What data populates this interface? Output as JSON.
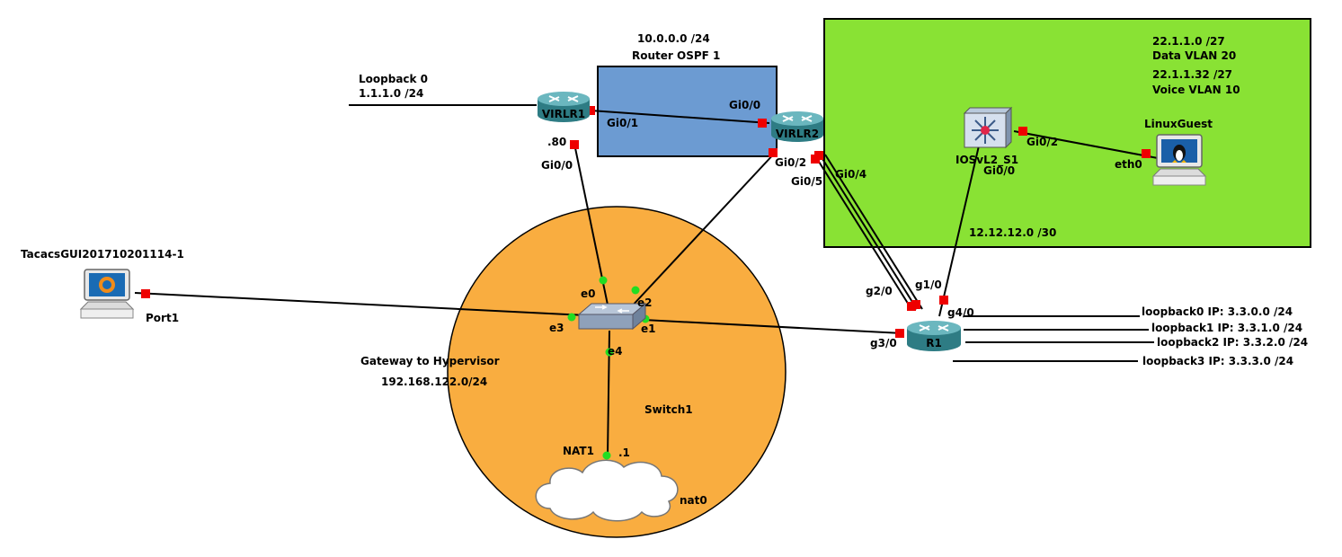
{
  "colors": {
    "area_ospf": "#6c9bd2",
    "area_vlan": "#89e234",
    "area_gateway": "#f9ad40",
    "port_active": "#ee0000",
    "port_switch": "#22dd22",
    "router_body": "#2e7c84",
    "router_top": "#6bb7bf"
  },
  "areas": {
    "ospf_title_1": "10.0.0.0 /24",
    "ospf_title_2": "Router OSPF 1",
    "vlan_text_1": "22.1.1.0 /27",
    "vlan_text_2": "Data VLAN 20",
    "vlan_text_3": "22.1.1.32 /27",
    "vlan_text_4": "Voice VLAN 10",
    "vlan_subnet": "12.12.12.0 /30",
    "gateway_text_1": "Gateway to Hypervisor",
    "gateway_text_2": "192.168.122.0/24"
  },
  "nodes": {
    "virlr1": {
      "name": "VIRLR1",
      "icon": "router-icon"
    },
    "virlr2": {
      "name": "VIRLR2",
      "icon": "router-icon"
    },
    "r1": {
      "name": "R1",
      "icon": "router-icon"
    },
    "iosvl2": {
      "name": "IOSvL2_S1",
      "icon": "multilayer-switch-icon"
    },
    "linuxguest": {
      "name": "LinuxGuest",
      "icon": "linux-host-icon"
    },
    "tacacs": {
      "name": "TacacsGUI201710201114-1",
      "icon": "gui-host-icon"
    },
    "switch1": {
      "name": "Switch1",
      "icon": "ethernet-switch-icon"
    },
    "nat": {
      "name": "nat0",
      "icon": "cloud-icon"
    }
  },
  "labels": {
    "loopback0_virlr1_1": "Loopback 0",
    "loopback0_virlr1_2": "1.1.1.0 /24",
    "virlr1_gi01": "Gi0/1",
    "virlr1_80": ".80",
    "virlr1_gi00": "Gi0/0",
    "virlr2_gi00": "Gi0/0",
    "virlr2_gi02": "Gi0/2",
    "virlr2_gi05": "Gi0/5",
    "virlr2_gi04": "Gi0/4",
    "iosvl2_gi02": "Gi0/2",
    "iosvl2_gi00": "Gi0/0",
    "linux_eth0": "eth0",
    "tacacs_port1": "Port1",
    "sw_e0": "e0",
    "sw_e1": "e1",
    "sw_e2": "e2",
    "sw_e3": "e3",
    "sw_e4": "e4",
    "nat1": "NAT1",
    "nat_dot1": ".1",
    "r1_g20": "g2/0",
    "r1_g10": "g1/0",
    "r1_g40": "g4/0",
    "r1_g30": "g3/0",
    "r1_lo0": "loopback0 IP: 3.3.0.0 /24",
    "r1_lo1": "loopback1 IP: 3.3.1.0 /24",
    "r1_lo2": "loopback2 IP: 3.3.2.0 /24",
    "r1_lo3": "loopback3 IP: 3.3.3.0 /24"
  }
}
